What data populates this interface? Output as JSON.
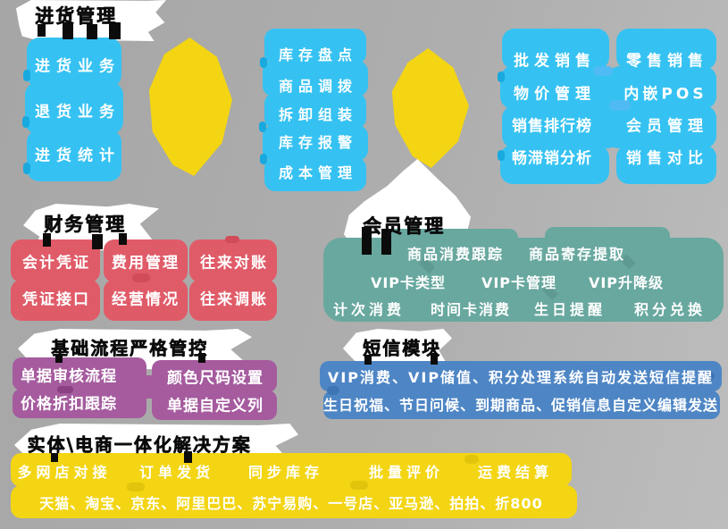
{
  "colors": {
    "blue": "#35c2f2",
    "blueDark": "#18a9de",
    "blueLight": "#55b9f6",
    "gold": "#f3d513",
    "goldDark": "#e2c40c",
    "red": "#e05b68",
    "redDark": "#d24b59",
    "teal": "#68a89f",
    "purple": "#a55b9e",
    "purpleDark": "#8a4184",
    "smsBlue": "#4e86c5",
    "smsBlueDark": "#3e75b4",
    "ink": "#0b0b0b"
  },
  "sections": {
    "purchase": {
      "title": "进货管理",
      "items": [
        "进货业务",
        "退货业务",
        "进货统计"
      ]
    },
    "inventory": {
      "items": [
        "库存盘点",
        "商品调拨",
        "拆卸组装",
        "库存报警",
        "成本管理"
      ]
    },
    "sales": {
      "left": [
        "批发销售",
        "物价管理",
        "销售排行榜",
        "畅滞销分析"
      ],
      "right": [
        "零售销售",
        "内嵌POS",
        "会员管理",
        "销售对比"
      ]
    },
    "finance": {
      "title": "财务管理",
      "rows": [
        [
          "会计凭证",
          "费用管理",
          "往来对账"
        ],
        [
          "凭证接口",
          "经营情况",
          "往来调账"
        ]
      ]
    },
    "member": {
      "title": "会员管理",
      "rows": [
        [
          "商品消费跟踪",
          "商品寄存提取"
        ],
        [
          "VIP卡类型",
          "VIP卡管理",
          "VIP升降级"
        ],
        [
          "计次消费",
          "时间卡消费",
          "生日提醒",
          "积分兑换"
        ]
      ]
    },
    "process": {
      "title": "基础流程严格管控",
      "items": [
        "单据审核流程",
        "颜色尺码设置",
        "价格折扣跟踪",
        "单据自定义列"
      ]
    },
    "sms": {
      "title": "短信模块",
      "lines": [
        "VIP消费、VIP储值、积分处理系统自动发送短信提醒",
        "生日祝福、节日问候、到期商品、促销信息自定义编辑发送"
      ]
    },
    "ecommerce": {
      "title": "实体\\电商一体化解决方案",
      "row1": [
        "多网店对接",
        "订单发货",
        "同步库存",
        "批量评价",
        "运费结算"
      ],
      "row2": "天猫、淘宝、京东、阿里巴巴、苏宁易购、一号店、亚马逊、拍拍、折800"
    }
  }
}
